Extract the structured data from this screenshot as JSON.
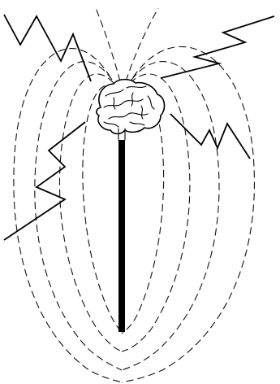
{
  "diagram": {
    "elements": {
      "brain": "brain-icon",
      "spine": "spine-bar",
      "field": "dashed-field-lines",
      "waves": "lightning-zigzags"
    },
    "colors": {
      "ink": "#000000",
      "background": "#ffffff"
    },
    "field_line_count_per_side": 4,
    "zigzag_count": 4
  }
}
